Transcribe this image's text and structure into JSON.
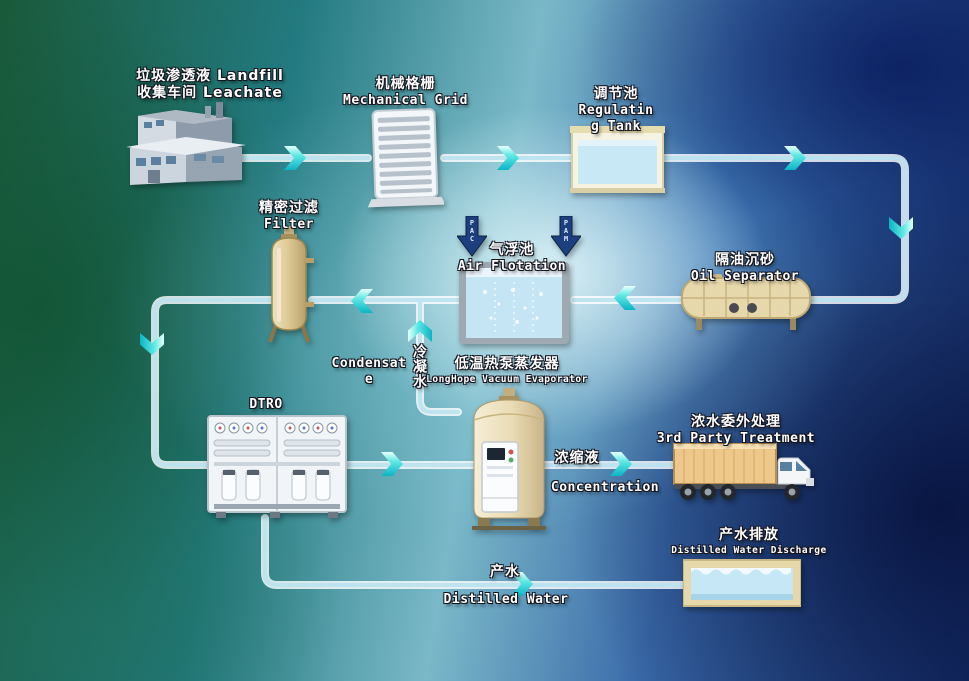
{
  "diagram": {
    "nodes": {
      "collection": {
        "line1": "垃圾渗透液 Landfill",
        "line2": "收集车间  Leachate"
      },
      "mechanical_grid": {
        "zh": "机械格栅",
        "en": "Mechanical Grid"
      },
      "regulating_tank": {
        "zh": "调节池",
        "en": "Regulating Tank"
      },
      "oil_separator": {
        "zh": "隔油沉砂",
        "en": "Oil Separator"
      },
      "air_flotation": {
        "zh": "气浮池",
        "en": "Air Flotation"
      },
      "filter": {
        "zh": "精密过滤",
        "en": "Filter"
      },
      "dtro": {
        "en": "DTRO"
      },
      "evaporator": {
        "zh": "低温热泵蒸发器",
        "en": "LongHope Vacuum Evaporator"
      },
      "third_party": {
        "zh": "浓水委外处理",
        "en": "3rd Party Treatment"
      },
      "discharge": {
        "zh": "产水排放",
        "en": "Distilled Water Discharge"
      }
    },
    "streams": {
      "condensate": {
        "en": "Condensate",
        "zh": "冷凝水"
      },
      "concentration": {
        "zh": "浓缩液",
        "en": "Concentration"
      },
      "product": {
        "zh": "产水",
        "en": "Distilled Water"
      }
    },
    "dosing": {
      "left": "PAC",
      "right": "PAM"
    },
    "colors": {
      "arrow_accent": "#2fd6d6",
      "pipe": "#bae2f0",
      "dosing_arrow": "#1d3f7d",
      "water": "#c6e5f4",
      "vessel_beige": "#e3d0a0"
    }
  }
}
